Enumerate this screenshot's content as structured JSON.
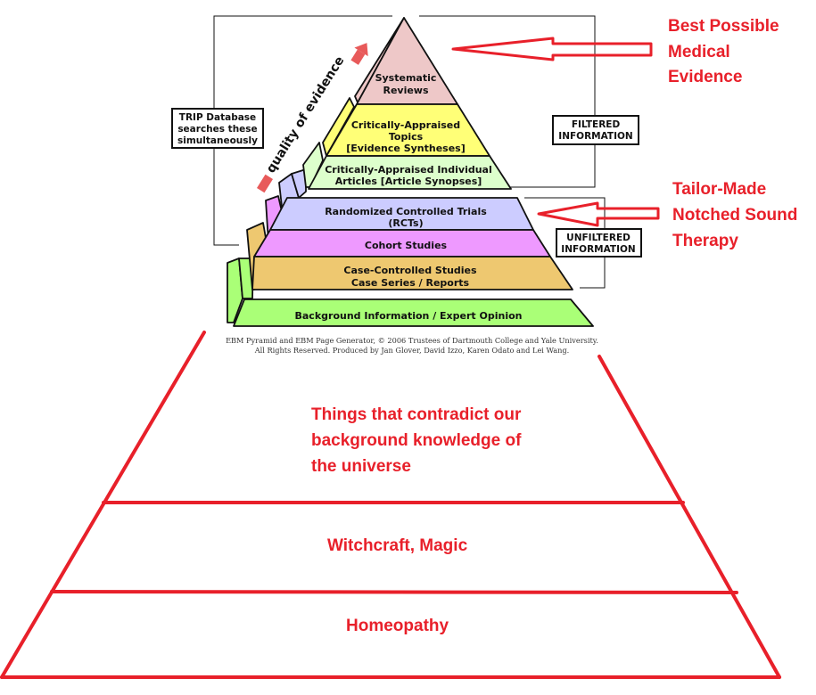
{
  "ebm_pyramid": {
    "levels": [
      {
        "line1": "Systematic",
        "line2": "Reviews",
        "color": "#eec8c8"
      },
      {
        "line1": "Critically-Appraised",
        "line2": "Topics",
        "line3": "[Evidence Syntheses]",
        "color": "#ffff77"
      },
      {
        "line1": "Critically-Appraised Individual",
        "line2": "Articles [Article Synopses]",
        "color": "#ddffcc"
      },
      {
        "line1": "Randomized Controlled Trials",
        "line2": "(RCTs)",
        "color": "#ccccff"
      },
      {
        "line1": "Cohort Studies",
        "color": "#ee99ff"
      },
      {
        "line1": "Case-Controlled Studies",
        "line2": "Case Series / Reports",
        "color": "#eec870"
      },
      {
        "line1": "Background Information / Expert Opinion",
        "color": "#aaff77"
      }
    ],
    "quality_label": "quality of evidence",
    "trip_box": {
      "line1": "TRIP Database",
      "line2": "searches these",
      "line3": "simultaneously"
    },
    "filtered_box": {
      "line1": "FILTERED",
      "line2": "INFORMATION"
    },
    "unfiltered_box": {
      "line1": "UNFILTERED",
      "line2": "INFORMATION"
    },
    "credit": {
      "line1": "EBM Pyramid and EBM Page Generator, © 2006 Trustees of Dartmouth College and Yale University.",
      "line2": "All Rights Reserved. Produced by Jan Glover, David Izzo, Karen Odato and Lei Wang."
    }
  },
  "annotations": {
    "best_evidence": {
      "line1": "Best Possible",
      "line2": "Medical",
      "line3": "Evidence"
    },
    "tailor_made": {
      "line1": "Tailor-Made",
      "line2": "Notched Sound",
      "line3": "Therapy"
    },
    "accent_color": "#e8202a"
  },
  "lower_pyramid": {
    "tiers": [
      {
        "line1": "Things that contradict our",
        "line2": "background knowledge of",
        "line3": "the universe"
      },
      {
        "line1": "Witchcraft, Magic"
      },
      {
        "line1": "Homeopathy"
      }
    ]
  }
}
